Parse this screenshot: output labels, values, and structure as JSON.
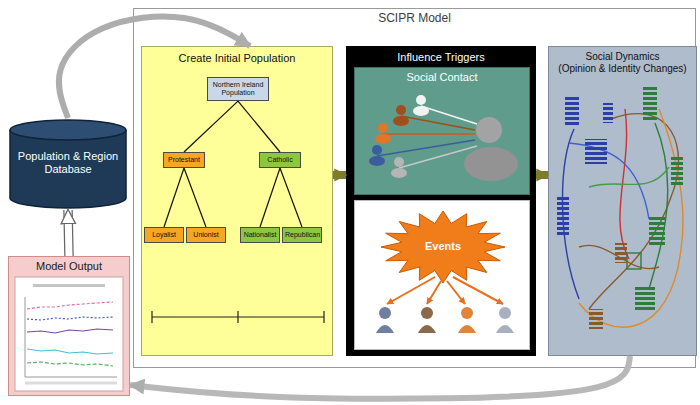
{
  "diagram": {
    "nodes": [
      {
        "text": [
          "SCIPR Model"
        ]
      },
      {
        "text": [
          "Population & Region Database"
        ]
      },
      {
        "text": [
          "Model Output"
        ]
      },
      {
        "text": [
          "Create Initial Population"
        ],
        "in": 0
      },
      {
        "text": [
          "Northern Ireland Population"
        ],
        "in": 3
      },
      {
        "text": [
          "Protestant"
        ],
        "in": 3
      },
      {
        "text": [
          "Catholic"
        ],
        "in": 3
      },
      {
        "text": [
          "Loyalist"
        ],
        "in": 3
      },
      {
        "text": [
          "Unionist"
        ],
        "in": 3
      },
      {
        "text": [
          "Nationalist"
        ],
        "in": 3
      },
      {
        "text": [
          "Republican"
        ],
        "in": 3
      },
      {
        "text": [
          "Influence Triggers"
        ],
        "in": 0
      },
      {
        "text": [
          "Social Contact"
        ],
        "in": 11
      },
      {
        "text": [
          "Events"
        ],
        "in": 11
      },
      {
        "text": [
          "Social Dynamics",
          "(Opinion & Identity Changes)"
        ],
        "in": 0
      }
    ],
    "edges": [
      {
        "from": 1,
        "to": 3,
        "arrow": "to"
      },
      {
        "from": 3,
        "to": 11,
        "arrow": "to"
      },
      {
        "from": 11,
        "to": 14,
        "arrow": "to"
      },
      {
        "from": 14,
        "to": 2,
        "arrow": "to"
      },
      {
        "from": 2,
        "to": 1,
        "arrow": "to"
      },
      {
        "from": 4,
        "to": 5,
        "arrow": "none"
      },
      {
        "from": 4,
        "to": 6,
        "arrow": "none"
      },
      {
        "from": 5,
        "to": 7,
        "arrow": "none"
      },
      {
        "from": 5,
        "to": 8,
        "arrow": "none"
      },
      {
        "from": 6,
        "to": 9,
        "arrow": "none"
      },
      {
        "from": 6,
        "to": 10,
        "arrow": "none"
      }
    ]
  }
}
